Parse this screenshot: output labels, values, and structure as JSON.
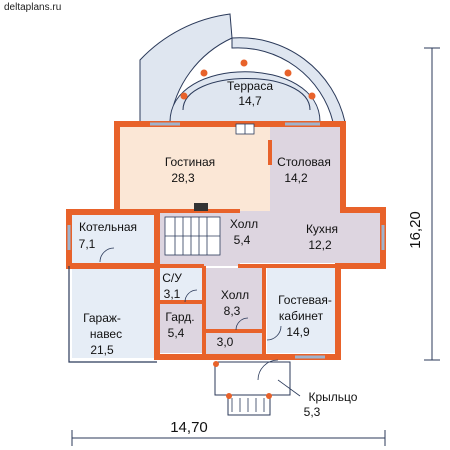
{
  "watermark": "deltaplans.ru",
  "rooms": {
    "terrace": {
      "name": "Терраса",
      "area": "14,7"
    },
    "living": {
      "name": "Гостиная",
      "area": "28,3"
    },
    "dining": {
      "name": "Столовая",
      "area": "14,2"
    },
    "boiler": {
      "name": "Котельная",
      "area": "7,1"
    },
    "hall1": {
      "name": "Холл",
      "area": "5,4"
    },
    "kitchen": {
      "name": "Кухня",
      "area": "12,2"
    },
    "wc": {
      "name": "С/У",
      "area": "3,1"
    },
    "hall2": {
      "name": "Холл",
      "area": "8,3"
    },
    "guest": {
      "name1": "Гостевая-",
      "name2": "кабинет",
      "area": "14,9"
    },
    "garage": {
      "name1": "Гараж-",
      "name2": "навес",
      "area": "21,5"
    },
    "wardrobe": {
      "name": "Гард.",
      "area": "5,4"
    },
    "storage": {
      "area": "3,0"
    },
    "porch": {
      "name": "Крыльцо",
      "area": "5,3"
    }
  },
  "dimensions": {
    "width": "14,70",
    "height": "16,20"
  },
  "colors": {
    "wall": "#e8622a",
    "living": "#fbe7d6",
    "grey": "#ddd5e0",
    "blue": "#e6edf6",
    "terrace": "#dfe6f0",
    "line": "#2b3a5a"
  }
}
